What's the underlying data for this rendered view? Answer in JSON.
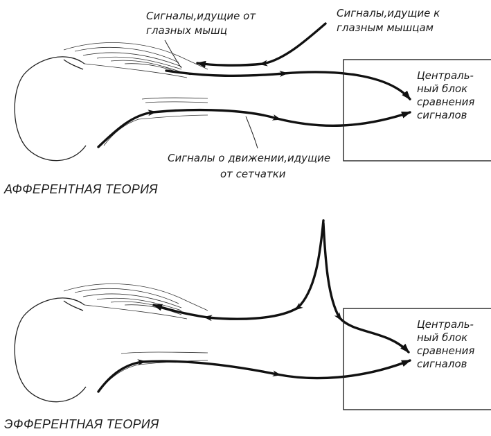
{
  "afferent": {
    "title": "АФФЕРЕНТНАЯ ТЕОРИЯ",
    "label_from_muscles": [
      "Сигналы,идущие от",
      "глазных мышц"
    ],
    "label_to_muscles": [
      "Сигналы,идущие к",
      "глазным мышцам"
    ],
    "label_from_retina": [
      "Сигналы о движении,идущие",
      "от сетчатки"
    ],
    "box": [
      "Централь-",
      "ный блок",
      "сравнения",
      "сигналов"
    ]
  },
  "efferent": {
    "title": "ЭФФЕРЕНТНАЯ ТЕОРИЯ",
    "box": [
      "Централь-",
      "ный блок",
      "сравнения",
      "сигналов"
    ]
  },
  "colors": {
    "ink": "#111111",
    "paper": "#ffffff"
  }
}
